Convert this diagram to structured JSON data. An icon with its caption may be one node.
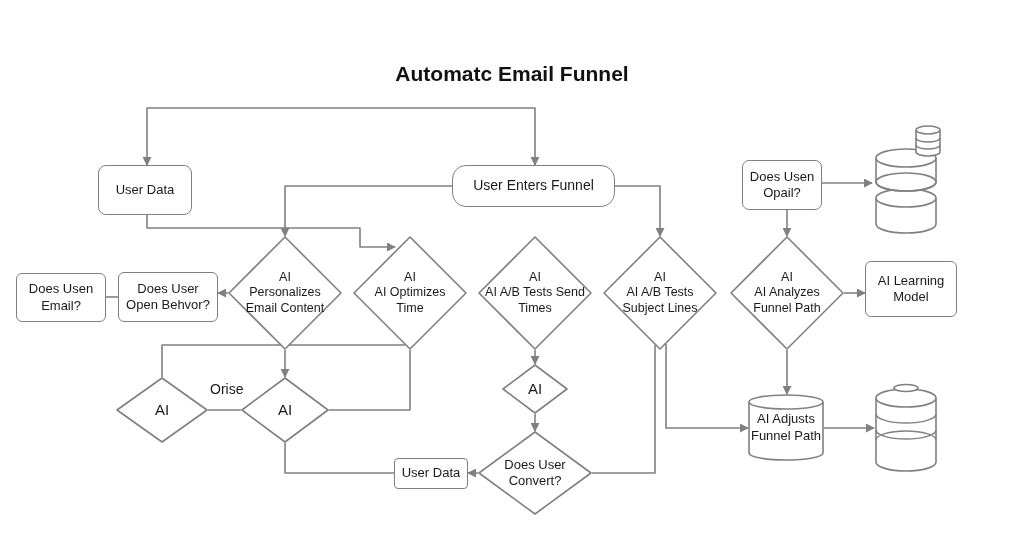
{
  "diagram": {
    "title": "Automatc Email Funnel",
    "nodes": [
      {
        "text": [
          "User Data"
        ]
      },
      {
        "text": [
          "User Enters Funnel"
        ]
      },
      {
        "text": [
          "Does Usen Email?"
        ]
      },
      {
        "text": [
          "Does User Open Behvor?"
        ]
      },
      {
        "text": [
          "AI",
          "Personalizes Email Content"
        ]
      },
      {
        "text": [
          "AI",
          "AI Optimizes Time"
        ]
      },
      {
        "text": [
          "AI",
          "AI A/B Tests Send Times"
        ]
      },
      {
        "text": [
          "AI",
          "AI A/B Tests Subject Lines"
        ]
      },
      {
        "text": [
          "Does Usen Opail?"
        ]
      },
      {
        "text": [
          "AI",
          "AI Analyzes Funnel Path"
        ]
      },
      {
        "text": [
          "AI Learning Model"
        ]
      },
      {
        "text": [],
        "shape": "cylinder"
      },
      {
        "text": [
          "AI"
        ]
      },
      {
        "text": [
          "AI"
        ]
      },
      {
        "text": [
          "User Data"
        ]
      },
      {
        "text": [
          "AI"
        ]
      },
      {
        "text": [
          "Does User Convert?"
        ]
      },
      {
        "text": [
          "AI Adjusts Funnel Path"
        ]
      },
      {
        "text": [],
        "shape": "cylinder"
      }
    ],
    "edges": [
      {
        "from": 0,
        "to": 1,
        "arrow": "both"
      },
      {
        "from": 1,
        "to": 4,
        "arrow": "to"
      },
      {
        "from": 0,
        "to": 5,
        "arrow": "to"
      },
      {
        "from": 1,
        "to": 7,
        "arrow": "to"
      },
      {
        "from": 4,
        "to": 3,
        "arrow": "to"
      },
      {
        "from": 3,
        "to": 2,
        "arrow": "none"
      },
      {
        "from": 8,
        "to": 11,
        "arrow": "to"
      },
      {
        "from": 8,
        "to": 9,
        "arrow": "to"
      },
      {
        "from": 9,
        "to": 10,
        "arrow": "to"
      },
      {
        "from": 9,
        "to": 17,
        "arrow": "to"
      },
      {
        "from": 17,
        "to": 18,
        "arrow": "to"
      },
      {
        "from": 7,
        "to": 17,
        "arrow": "to"
      },
      {
        "from": 16,
        "to": 7,
        "arrow": "none"
      },
      {
        "from": 6,
        "to": 15,
        "arrow": "to"
      },
      {
        "from": 15,
        "to": 16,
        "arrow": "to"
      },
      {
        "from": 4,
        "to": 13,
        "arrow": "to"
      },
      {
        "from": 12,
        "to": 5,
        "arrow": "none"
      },
      {
        "from": 5,
        "to": 13,
        "arrow": "none"
      },
      {
        "from": 12,
        "to": 13,
        "arrow": "none",
        "label": "Orise"
      },
      {
        "from": 13,
        "to": 14,
        "arrow": "none"
      },
      {
        "from": 16,
        "to": 14,
        "arrow": "to"
      }
    ]
  }
}
